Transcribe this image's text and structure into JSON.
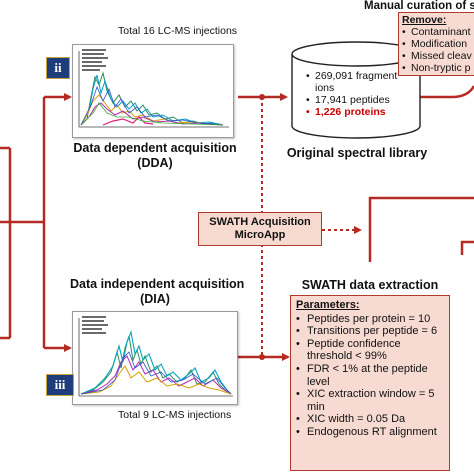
{
  "dda": {
    "badge": "ii",
    "injections": "Total 16 LC-MS injections",
    "title_line1": "Data dependent acquisition",
    "title_line2": "(DDA)"
  },
  "dia": {
    "badge": "iii",
    "injections": "Total 9 LC-MS injections",
    "title_line1": "Data independent acquisition",
    "title_line2": "(DIA)"
  },
  "library": {
    "items": [
      "269,091 fragment ions",
      "17,941 peptides",
      "1,226 proteins"
    ],
    "title": "Original spectral library"
  },
  "curation": {
    "title": "Manual curation of s",
    "remove_label": "Remove:",
    "items": [
      "Contaminant",
      "Modification",
      "Missed cleav",
      "Non-tryptic p"
    ]
  },
  "swath_app": {
    "line1": "SWATH Acquisition",
    "line2": "MicroApp"
  },
  "extraction": {
    "title": "SWATH data extraction",
    "params_title": "Parameters:",
    "params": [
      "Peptides per protein = 10",
      "Transitions per peptide = 6",
      "Peptide confidence threshold < 99%",
      "FDR < 1% at the peptide level",
      "XIC extraction window = 5 min",
      "XIC width = 0.05 Da",
      "Endogenous RT alignment"
    ]
  },
  "colors": {
    "arrow": "#b52a22",
    "badge": "#1f3d7a",
    "highlight": "#cc0000",
    "box_fill": "#f7dbd2"
  }
}
